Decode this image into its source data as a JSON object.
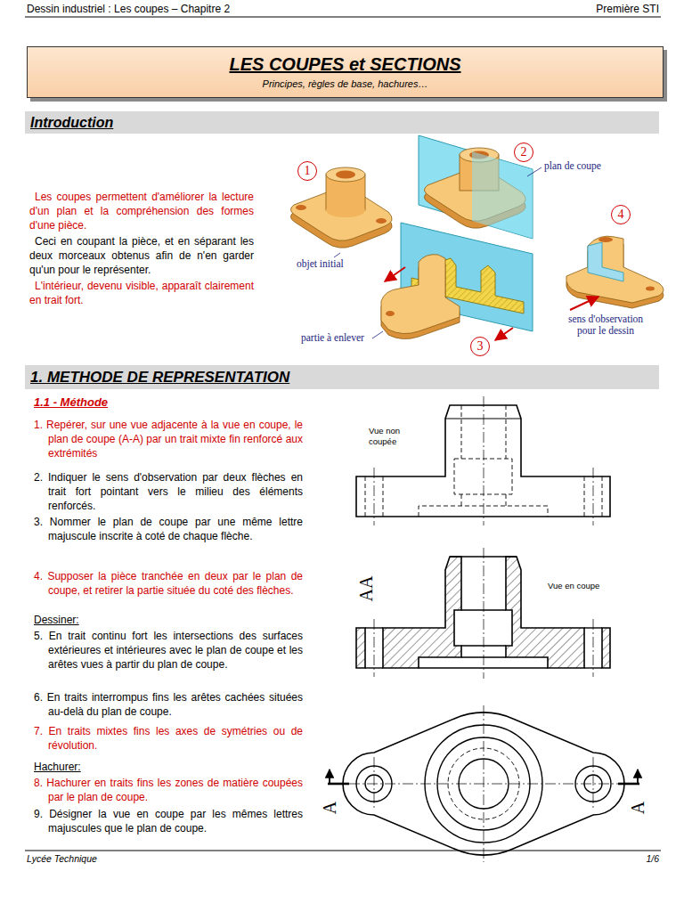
{
  "diagram": {
    "nodes": [
      {
        "text": [
          "LES COUPES et SECTIONS",
          "Principes, règles de base, hachures…"
        ]
      },
      {
        "text": [
          "Introduction"
        ]
      },
      {
        "text": [
          "1"
        ]
      },
      {
        "text": [
          "2"
        ]
      },
      {
        "text": [
          "3"
        ]
      },
      {
        "text": [
          "4"
        ]
      },
      {
        "text": [
          "1. METHODE DE REPRESENTATION"
        ]
      }
    ],
    "labels": [
      "Dessin industriel : Les coupes – Chapitre 2",
      "Première STI",
      "Les coupes permettent d'améliorer la lecture d'un plan et la compréhension des formes d'une pièce.",
      "Ceci en coupant la pièce, et en séparant les deux morceaux obtenus afin de n'en garder qu'un pour le représenter.",
      "L'intérieur, devenu visible, apparaît clairement en trait fort.",
      "plan de coupe",
      "objet initial",
      "partie à enlever",
      "sens d'observation pour le dessin",
      "1.1 - Méthode",
      "1. Repérer, sur une vue adjacente à la vue en coupe, le plan de coupe (A-A) par un trait mixte fin renforcé aux extrémités",
      "2. Indiquer le sens d'observation par deux flèches en trait fort pointant vers le milieu des éléments renforcés.",
      "3. Nommer le plan de coupe par une même lettre majuscule inscrite à coté de chaque flèche.",
      "4. Supposer la pièce tranchée en deux par le plan de coupe, et retirer la partie située du coté des flèches.",
      "Dessiner:",
      "5. En trait continu fort les intersections des surfaces extérieures et intérieures avec le plan de coupe et les arêtes vues à partir du plan de coupe.",
      "6. En traits interrompus fins les arêtes cachées situées au-delà du plan de coupe.",
      "7. En traits mixtes fins les axes de symétries ou de révolution.",
      "Hachurer:",
      "8. Hachurer en traits fins les zones de matière coupées par le plan de coupe.",
      "9. Désigner la vue en coupe par les mêmes lettres majuscules que le plan de coupe.",
      "Vue non coupée",
      "AA",
      "Vue en coupe",
      "A",
      "A",
      "Lycée Technique",
      "1/6"
    ]
  }
}
